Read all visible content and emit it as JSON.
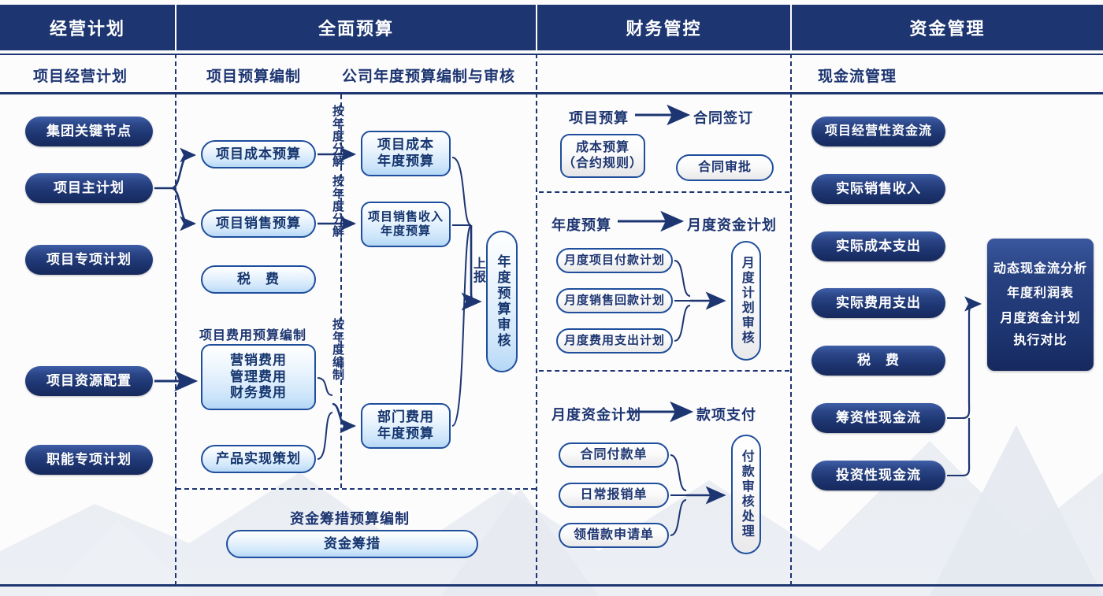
{
  "header": {
    "columns": [
      {
        "label": "经营计划"
      },
      {
        "label": "全面预算"
      },
      {
        "label": "财务管控"
      },
      {
        "label": "资金管理"
      }
    ],
    "sub": [
      {
        "label": "项目经营计划"
      },
      {
        "label": "项目预算编制"
      },
      {
        "label": "公司年度预算编制与审核"
      },
      {
        "label": "现金流管理"
      }
    ]
  },
  "colors": {
    "navy": "#1d3571",
    "border": "#1f4e9c",
    "light_fill": "#cfe6fa",
    "gray_fill": "#e9e9eb",
    "white": "#ffffff"
  },
  "col1": {
    "items": [
      {
        "label": "集团关键节点"
      },
      {
        "label": "项目主计划"
      },
      {
        "label": "项目专项计划"
      },
      {
        "label": "项目资源配置"
      },
      {
        "label": "职能专项计划"
      }
    ]
  },
  "col2": {
    "items": [
      {
        "label": "项目成本预算"
      },
      {
        "label": "项目销售预算"
      },
      {
        "label": "税　费"
      }
    ],
    "expense_group_title": "项目费用预算编制",
    "expense_lines": [
      "营销费用",
      "管理费用",
      "财务费用"
    ],
    "product_plan": "产品实现策划",
    "vertical_labels": [
      "按年度分解",
      "按年度分解",
      "按年度编制"
    ]
  },
  "col3": {
    "items": [
      {
        "label": "项目成本\n年度预算",
        "line1": "项目成本",
        "line2": "年度预算"
      },
      {
        "label": "项目销售收入\n年度预算",
        "line1": "项目销售收入",
        "line2": "年度预算"
      },
      {
        "label": "部门费用\n年度预算",
        "line1": "部门费用",
        "line2": "年度预算"
      }
    ],
    "submit_label": "上报",
    "review": "年度预算审核"
  },
  "funding": {
    "title": "资金筹措预算编制",
    "box": "资金筹措"
  },
  "finance": {
    "section1": {
      "from": "项目预算",
      "to": "合同签订",
      "left_box_line1": "成本预算",
      "left_box_line2": "（合约规则）",
      "right_box": "合同审批"
    },
    "section2": {
      "from": "年度预算",
      "to": "月度资金计划",
      "items": [
        "月度项目付款计划",
        "月度销售回款计划",
        "月度费用支出计划"
      ],
      "review": "月度计划审核"
    },
    "section3": {
      "from": "月度资金计划",
      "to": "款项支付",
      "items": [
        "合同付款单",
        "日常报销单",
        "领借款申请单"
      ],
      "review": "付款审核处理"
    }
  },
  "col4": {
    "items": [
      {
        "label": "项目经营性资金流"
      },
      {
        "label": "实际销售收入"
      },
      {
        "label": "实际成本支出"
      },
      {
        "label": "实际费用支出"
      },
      {
        "label": "税　费"
      },
      {
        "label": "筹资性现金流"
      },
      {
        "label": "投资性现金流"
      }
    ],
    "analysis": {
      "line1": "动态现金流分析",
      "line2": "年度利润表",
      "line3": "月度资金计划",
      "line4": "执行对比"
    }
  }
}
